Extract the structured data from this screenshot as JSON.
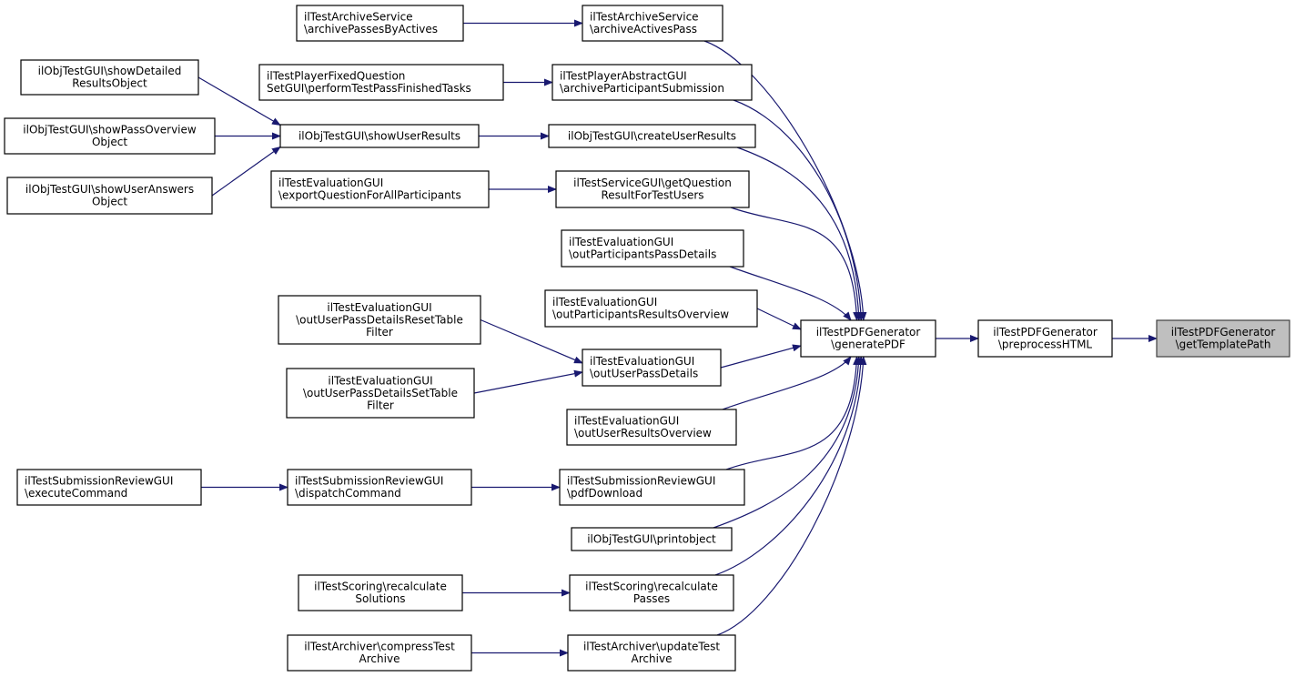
{
  "colors": {
    "edge": "#191970",
    "current_node_fill": "#bfbfbf",
    "node_fill": "#ffffff"
  },
  "nodes": [
    {
      "id": "n0",
      "lines": [
        "ilTestArchiveService",
        "\\archivePassesByActives"
      ],
      "align": "left"
    },
    {
      "id": "n1",
      "lines": [
        "ilTestArchiveService",
        "\\archiveActivesPass"
      ],
      "align": "left"
    },
    {
      "id": "n2",
      "lines": [
        "ilObjTestGUI\\showDetailed",
        "ResultsObject"
      ],
      "align": "center"
    },
    {
      "id": "n3",
      "lines": [
        "ilTestPlayerFixedQuestion",
        "SetGUI\\performTestPassFinishedTasks"
      ],
      "align": "left"
    },
    {
      "id": "n4",
      "lines": [
        "ilTestPlayerAbstractGUI",
        "\\archiveParticipantSubmission"
      ],
      "align": "left"
    },
    {
      "id": "n5",
      "lines": [
        "ilObjTestGUI\\showPassOverview",
        "Object"
      ],
      "align": "center"
    },
    {
      "id": "n6",
      "lines": [
        "ilObjTestGUI\\showUserResults"
      ],
      "align": "center"
    },
    {
      "id": "n7",
      "lines": [
        "ilObjTestGUI\\createUserResults"
      ],
      "align": "center"
    },
    {
      "id": "n8",
      "lines": [
        "ilObjTestGUI\\showUserAnswers",
        "Object"
      ],
      "align": "center"
    },
    {
      "id": "n9",
      "lines": [
        "ilTestEvaluationGUI",
        "\\exportQuestionForAllParticipants"
      ],
      "align": "left"
    },
    {
      "id": "n10",
      "lines": [
        "ilTestServiceGUI\\getQuestion",
        "ResultForTestUsers"
      ],
      "align": "center"
    },
    {
      "id": "n11",
      "lines": [
        "ilTestEvaluationGUI",
        "\\outParticipantsPassDetails"
      ],
      "align": "left"
    },
    {
      "id": "n12",
      "lines": [
        "ilTestEvaluationGUI",
        "\\outUserPassDetailsResetTable",
        "Filter"
      ],
      "align": "center"
    },
    {
      "id": "n13",
      "lines": [
        "ilTestEvaluationGUI",
        "\\outParticipantsResultsOverview"
      ],
      "align": "left"
    },
    {
      "id": "n14",
      "lines": [
        "ilTestPDFGenerator",
        "\\generatePDF"
      ],
      "align": "center"
    },
    {
      "id": "n15",
      "lines": [
        "ilTestPDFGenerator",
        "\\preprocessHTML"
      ],
      "align": "center"
    },
    {
      "id": "n16",
      "lines": [
        "ilTestPDFGenerator",
        "\\getTemplatePath"
      ],
      "align": "center",
      "current": true
    },
    {
      "id": "n17",
      "lines": [
        "ilTestEvaluationGUI",
        "\\outUserPassDetails"
      ],
      "align": "left"
    },
    {
      "id": "n18",
      "lines": [
        "ilTestEvaluationGUI",
        "\\outUserPassDetailsSetTable",
        "Filter"
      ],
      "align": "center"
    },
    {
      "id": "n19",
      "lines": [
        "ilTestEvaluationGUI",
        "\\outUserResultsOverview"
      ],
      "align": "left"
    },
    {
      "id": "n20",
      "lines": [
        "ilTestSubmissionReviewGUI",
        "\\executeCommand"
      ],
      "align": "left"
    },
    {
      "id": "n21",
      "lines": [
        "ilTestSubmissionReviewGUI",
        "\\dispatchCommand"
      ],
      "align": "left"
    },
    {
      "id": "n22",
      "lines": [
        "ilTestSubmissionReviewGUI",
        "\\pdfDownload"
      ],
      "align": "left"
    },
    {
      "id": "n23",
      "lines": [
        "ilObjTestGUI\\printobject"
      ],
      "align": "center"
    },
    {
      "id": "n24",
      "lines": [
        "ilTestScoring\\recalculate",
        "Solutions"
      ],
      "align": "center"
    },
    {
      "id": "n25",
      "lines": [
        "ilTestScoring\\recalculate",
        "Passes"
      ],
      "align": "center"
    },
    {
      "id": "n26",
      "lines": [
        "ilTestArchiver\\compressTest",
        "Archive"
      ],
      "align": "center"
    },
    {
      "id": "n27",
      "lines": [
        "ilTestArchiver\\updateTest",
        "Archive"
      ],
      "align": "center"
    }
  ],
  "edges": [
    [
      "n0",
      "n1"
    ],
    [
      "n1",
      "n14"
    ],
    [
      "n2",
      "n6"
    ],
    [
      "n5",
      "n6"
    ],
    [
      "n8",
      "n6"
    ],
    [
      "n3",
      "n4"
    ],
    [
      "n4",
      "n14"
    ],
    [
      "n6",
      "n7"
    ],
    [
      "n7",
      "n14"
    ],
    [
      "n9",
      "n10"
    ],
    [
      "n10",
      "n14"
    ],
    [
      "n11",
      "n14"
    ],
    [
      "n13",
      "n14"
    ],
    [
      "n12",
      "n17"
    ],
    [
      "n18",
      "n17"
    ],
    [
      "n17",
      "n14"
    ],
    [
      "n19",
      "n14"
    ],
    [
      "n20",
      "n21"
    ],
    [
      "n21",
      "n22"
    ],
    [
      "n22",
      "n14"
    ],
    [
      "n23",
      "n14"
    ],
    [
      "n24",
      "n25"
    ],
    [
      "n25",
      "n14"
    ],
    [
      "n26",
      "n27"
    ],
    [
      "n27",
      "n14"
    ],
    [
      "n14",
      "n15"
    ],
    [
      "n15",
      "n16"
    ]
  ]
}
